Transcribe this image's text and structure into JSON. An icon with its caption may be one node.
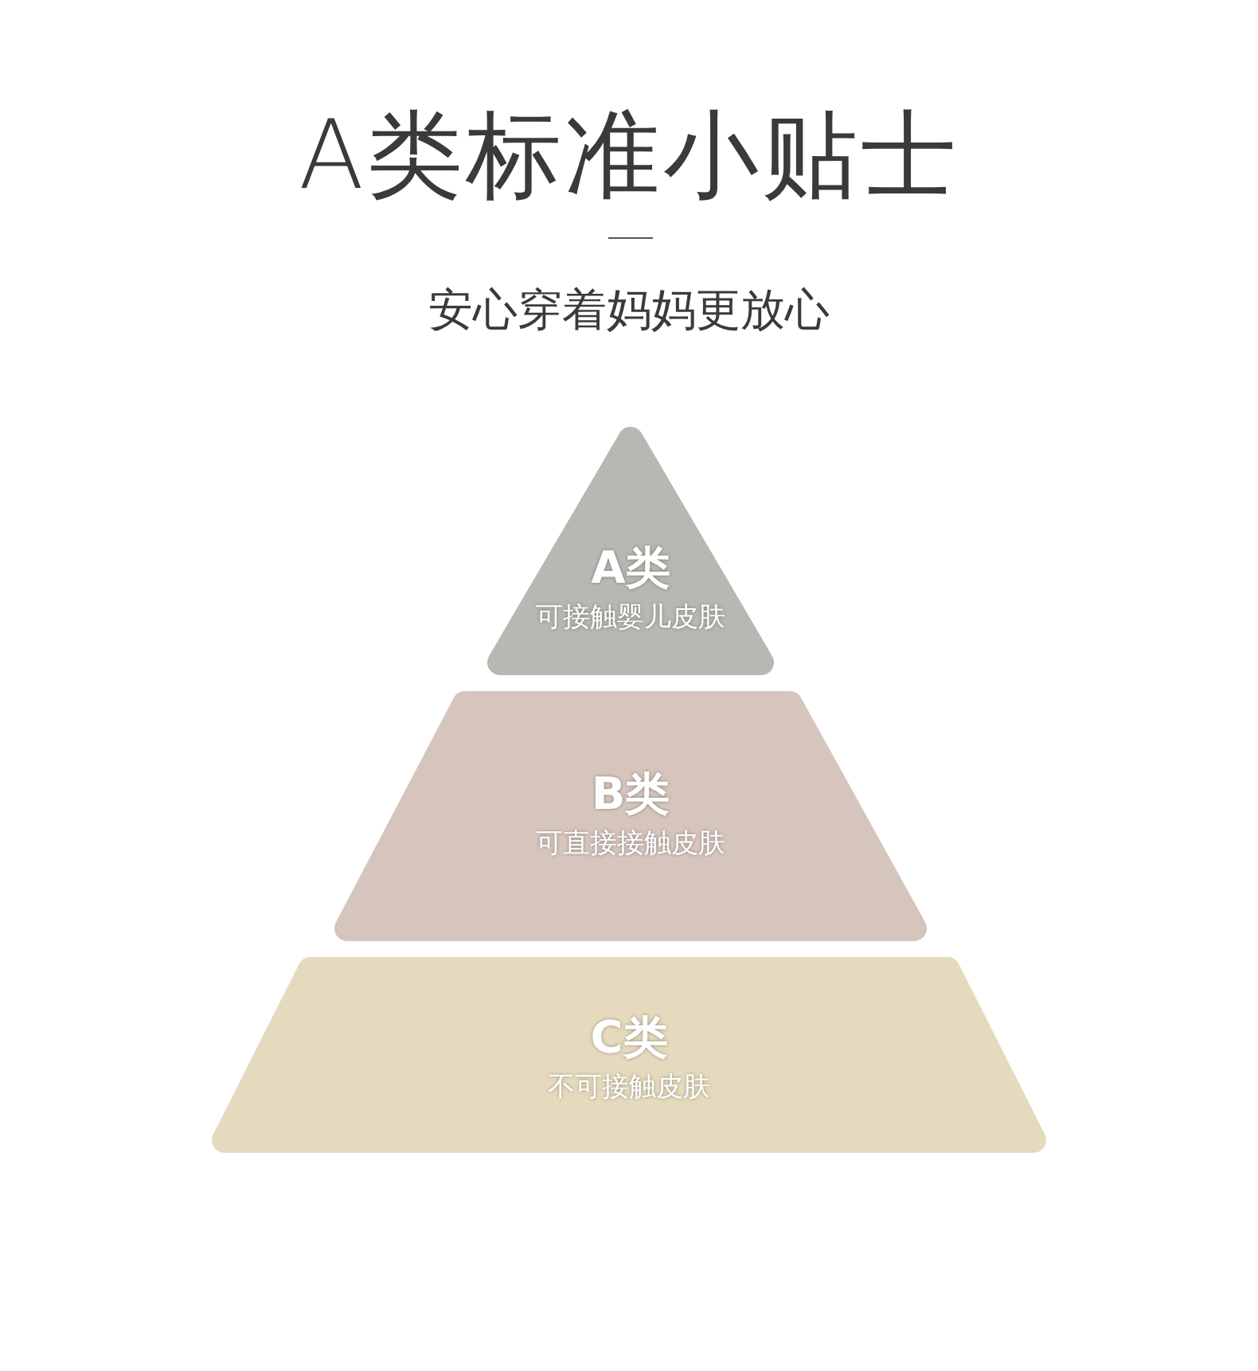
{
  "diagram": {
    "title": "A类标准小贴士",
    "nodes": [
      {
        "text": [
          "A类",
          "可接触婴儿皮肤"
        ]
      },
      {
        "text": [
          "B类",
          "可直接接触皮肤"
        ]
      },
      {
        "text": [
          "C类",
          "不可接触皮肤"
        ]
      }
    ],
    "labels": [
      "安心穿着妈妈更放心"
    ]
  }
}
